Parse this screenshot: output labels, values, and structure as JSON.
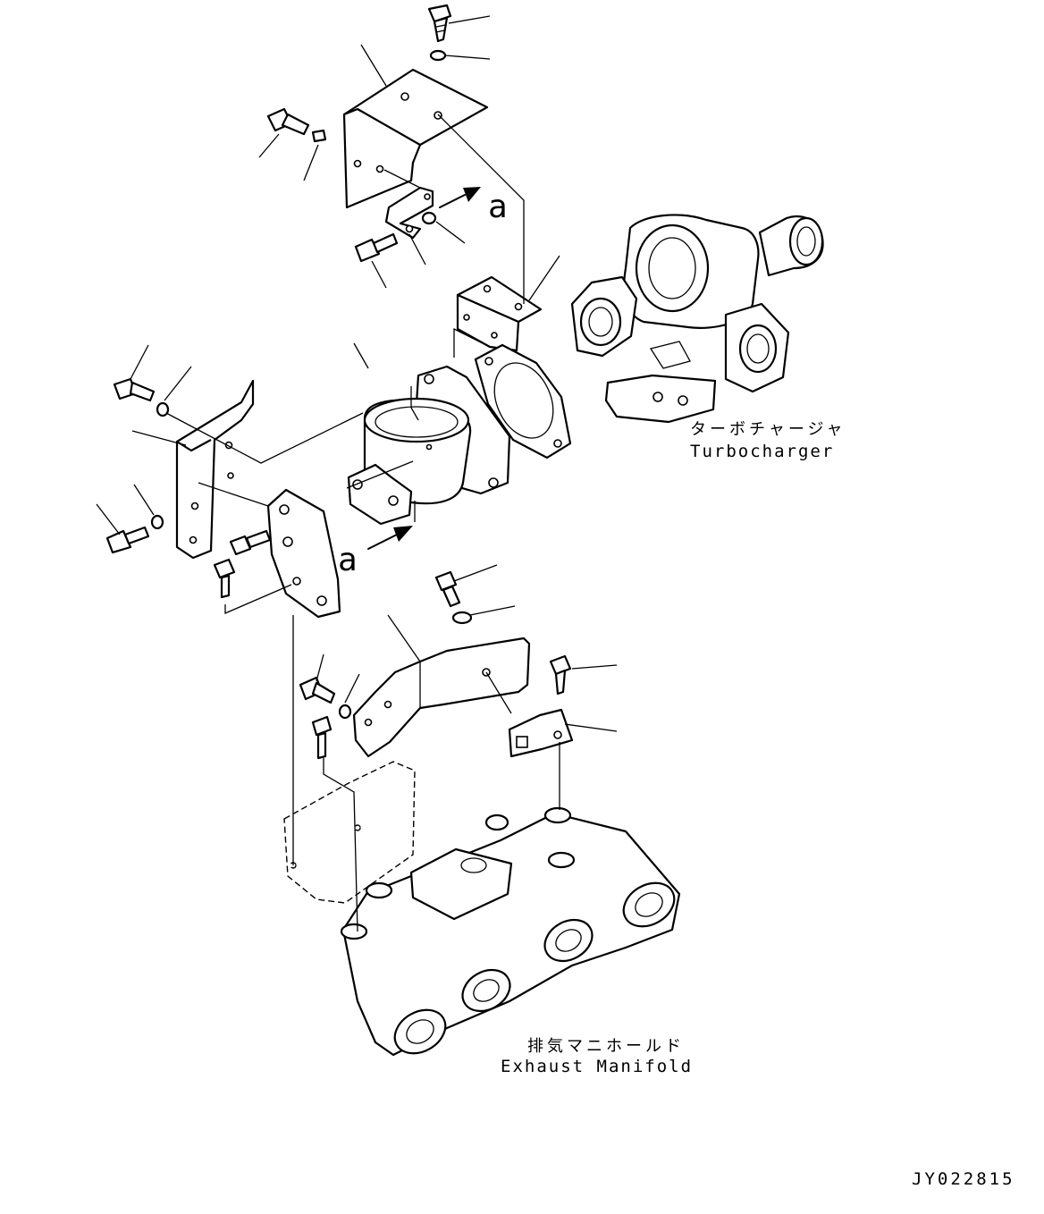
{
  "labels": {
    "view_marker_top": "a",
    "view_marker_bottom": "a",
    "turbocharger_jp": "ターボチャージャ",
    "turbocharger_en": "Turbocharger",
    "manifold_jp": "排気マニホールド",
    "manifold_en": "Exhaust Manifold",
    "drawing_number": "JY022815"
  }
}
